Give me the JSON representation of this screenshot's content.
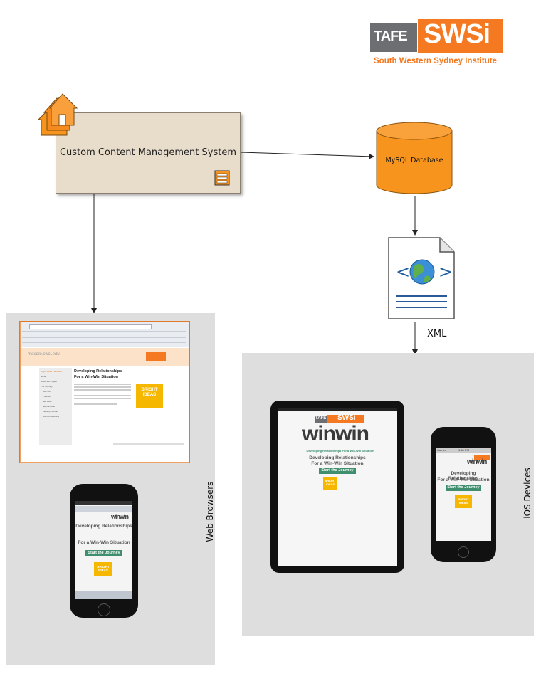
{
  "logo": {
    "tafe": "TAFE",
    "swsi": "SWSi",
    "subtitle": "South Western Sydney Institute"
  },
  "cms": {
    "label": "Custom Content Management System",
    "icon": "house-icon"
  },
  "database": {
    "label": "MySQL Database"
  },
  "xml": {
    "label": "XML",
    "icon": "globe-code-document-icon"
  },
  "web": {
    "label": "Web Browsers"
  },
  "ios": {
    "label": "iOS Devices"
  },
  "browser_shot": {
    "url": "moodle.swsi.edu",
    "heading1": "Developing Relationships",
    "heading2": "For a Win-Win Situation",
    "sidebar_title": "Bright Ideas - Win Win",
    "menu": [
      "Home",
      "About the Project",
      "The Journey",
      "Lets Go",
      "Preview",
      "Self audit",
      "Set the Audit",
      "Industry Contact",
      "Bush Productivity"
    ],
    "badge": "BRIGHT IDEAS"
  },
  "app": {
    "brand": "winwin",
    "tafe": "TAFE",
    "swsi": "SWSi",
    "tagline": "Developing Relationships For a Win-Win Situation",
    "title1": "Developing Relationships",
    "title2": "For a Win-Win Situation",
    "button": "Start the Journey",
    "badge": "BRIGHT IDEAS",
    "carrier": "Carrier",
    "time": "1:45 PM"
  },
  "colors": {
    "orange": "#f47920",
    "cms_fill": "#e8dccb",
    "db_fill": "#f7941d",
    "panel": "#dedede",
    "green": "#3f8f6e"
  }
}
